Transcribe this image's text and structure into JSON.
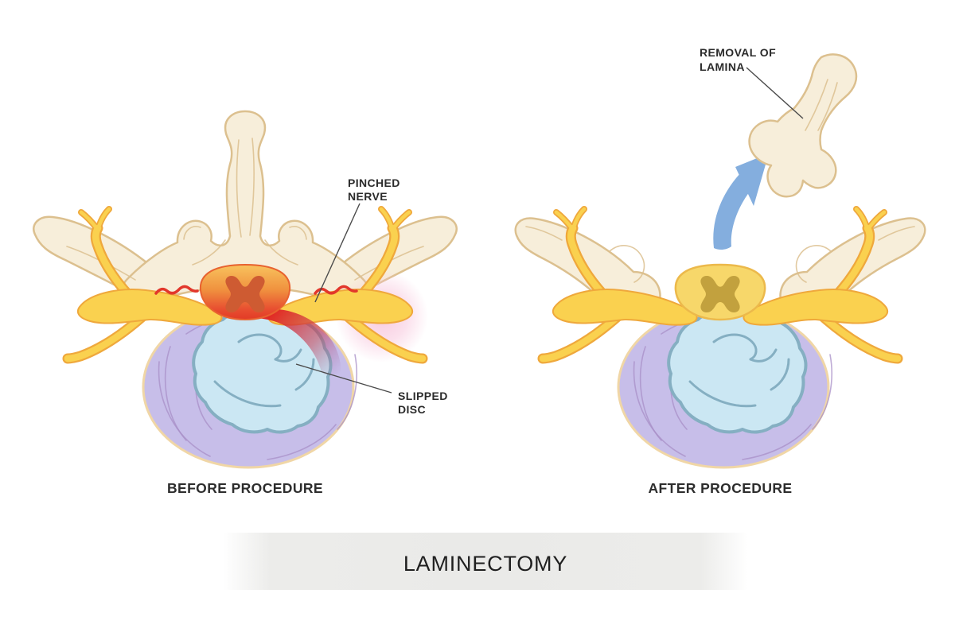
{
  "banner": {
    "title": "LAMINECTOMY"
  },
  "before_panel": {
    "caption": "BEFORE PROCEDURE",
    "labels": {
      "pinched_nerve": [
        "PINCHED",
        "NERVE"
      ],
      "slipped_disc": [
        "SLIPPED",
        "DISC"
      ]
    }
  },
  "after_panel": {
    "caption": "AFTER PROCEDURE",
    "labels": {
      "removal_of_lamina": [
        "REMOVAL OF",
        "LAMINA"
      ]
    }
  },
  "colors": {
    "bone": "#F7EEDA",
    "bone_outline": "#DCC08F",
    "nerve": "#FAD14F",
    "nerve_outline": "#EFA83C",
    "cord_inflamed_top": "#F8C35E",
    "cord_inflamed_bottom": "#E23A26",
    "cord_healthy": "#F7D76A",
    "gray_matter_before": "#CE5B32",
    "gray_matter_after": "#C2A13E",
    "disc_annulus": "#C7BEE9",
    "disc_fiber_lines": "#A88FC7",
    "nucleus": "#CBE7F3",
    "nucleus_outline": "#85AFC2",
    "inflammation_red": "#E2372B",
    "pink_glow": "#F7C2DA",
    "arrow_blue": "#84AEDE",
    "banner_gray": "#EAEAE8",
    "label_text": "#2B2B2B"
  }
}
